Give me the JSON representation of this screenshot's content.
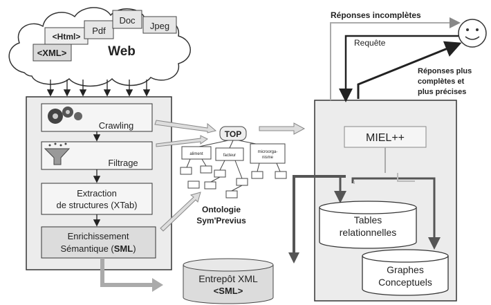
{
  "cloud": {
    "web": "Web",
    "docs": [
      "<XML>",
      "<Html>",
      "Pdf",
      "Doc",
      "Jpeg"
    ]
  },
  "pipeline": {
    "crawling": "Crawling",
    "filtrage": "Filtrage",
    "extraction_line1": "Extraction",
    "extraction_line2": "de structures (XTab)",
    "enrich_line1": "Enrichissement",
    "enrich_line2_prefix": "Sémantique (",
    "enrich_line2_bold": "SML",
    "enrich_line2_suffix": ")"
  },
  "ontology": {
    "top": "TOP",
    "nodes": [
      "aliment",
      "facteur",
      "microorga-\nnisme"
    ],
    "label_line1": "Ontologie",
    "label_line2": "Sym'Previus"
  },
  "warehouse": {
    "line1": "Entrepôt XML",
    "line2": "<SML>"
  },
  "system": {
    "miel": "MIEL++",
    "tables_line1": "Tables",
    "tables_line2": "relationnelles",
    "graphes_line1": "Graphes",
    "graphes_line2": "Conceptuels"
  },
  "user": {
    "reponses_incompletes": "Réponses incomplètes",
    "requete": "Requête",
    "reponses_plus_1": "Réponses plus",
    "reponses_plus_2": "complètes et",
    "reponses_plus_3": "plus précises"
  }
}
